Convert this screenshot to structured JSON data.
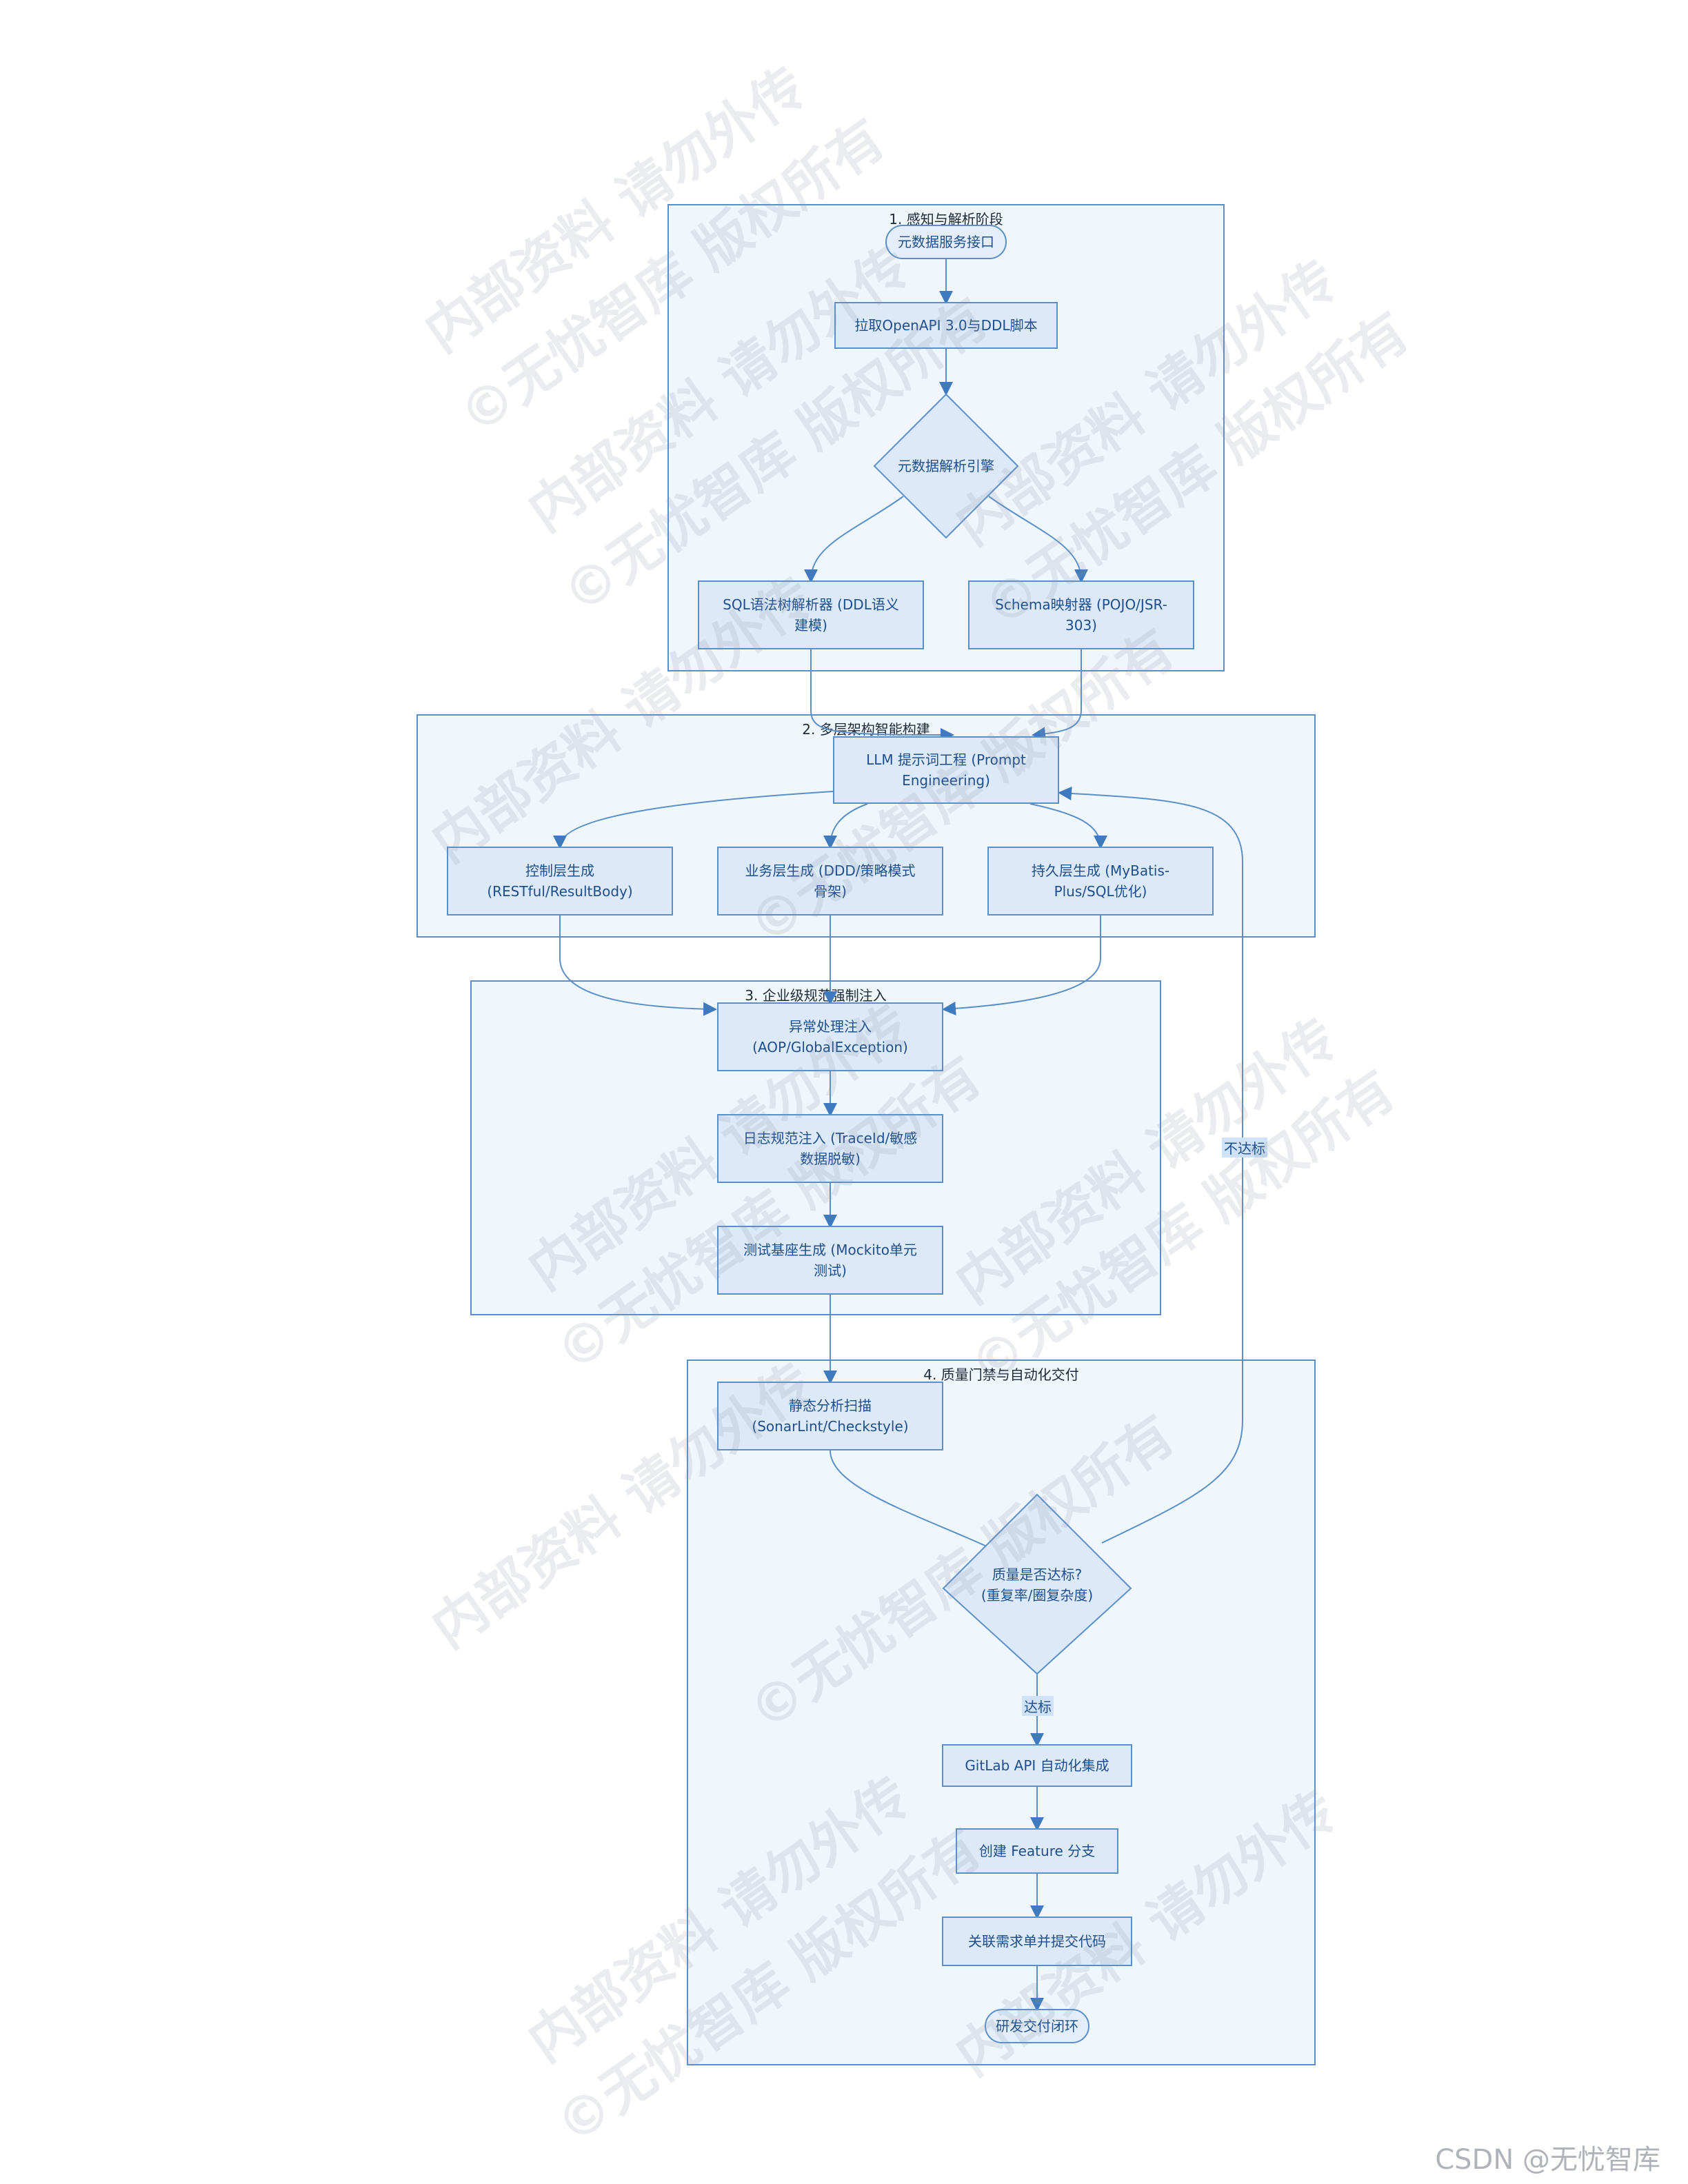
{
  "clusters": {
    "c1": {
      "title": "1. 感知与解析阶段"
    },
    "c2": {
      "title": "2. 多层架构智能构建"
    },
    "c3": {
      "title": "3. 企业级规范强制注入"
    },
    "c4": {
      "title": "4. 质量门禁与自动化交付"
    }
  },
  "nodes": {
    "metadata_api": "元数据服务接口",
    "fetch": "拉取OpenAPI 3.0与DDL脚本",
    "engine": "元数据解析引擎",
    "sql_parser": "SQL语法树解析器 (DDL语义\n建模)",
    "schema_mapper": "Schema映射器 (POJO/JSR-\n303)",
    "llm": "LLM 提示词工程 (Prompt\nEngineering)",
    "controller": "控制层生成\n(RESTful/ResultBody)",
    "service": "业务层生成 (DDD/策略模式\n骨架)",
    "persistence": "持久层生成 (MyBatis-\nPlus/SQL优化)",
    "exception": "异常处理注入\n(AOP/GlobalException)",
    "logging": "日志规范注入 (TraceId/敏感\n数据脱敏)",
    "testing": "测试基座生成 (Mockito单元\n测试)",
    "static_scan": "静态分析扫描\n(SonarLint/Checkstyle)",
    "quality_gate": "质量是否达标?\n(重复率/圈复杂度)",
    "gitlab": "GitLab API 自动化集成",
    "branch": "创建 Feature 分支",
    "commit": "关联需求单并提交代码",
    "done": "研发交付闭环"
  },
  "edge_labels": {
    "fail": "不达标",
    "pass": "达标"
  },
  "watermark": {
    "line1": "内部资料 请勿外传",
    "line2": "©无忧智库 版权所有"
  },
  "footer": "CSDN @无忧智库",
  "colors": {
    "stroke": "#5b8fc9",
    "node_fill": "#dbe9f8",
    "cluster_fill": "#e2eefa",
    "text": "#1f4e8c"
  }
}
